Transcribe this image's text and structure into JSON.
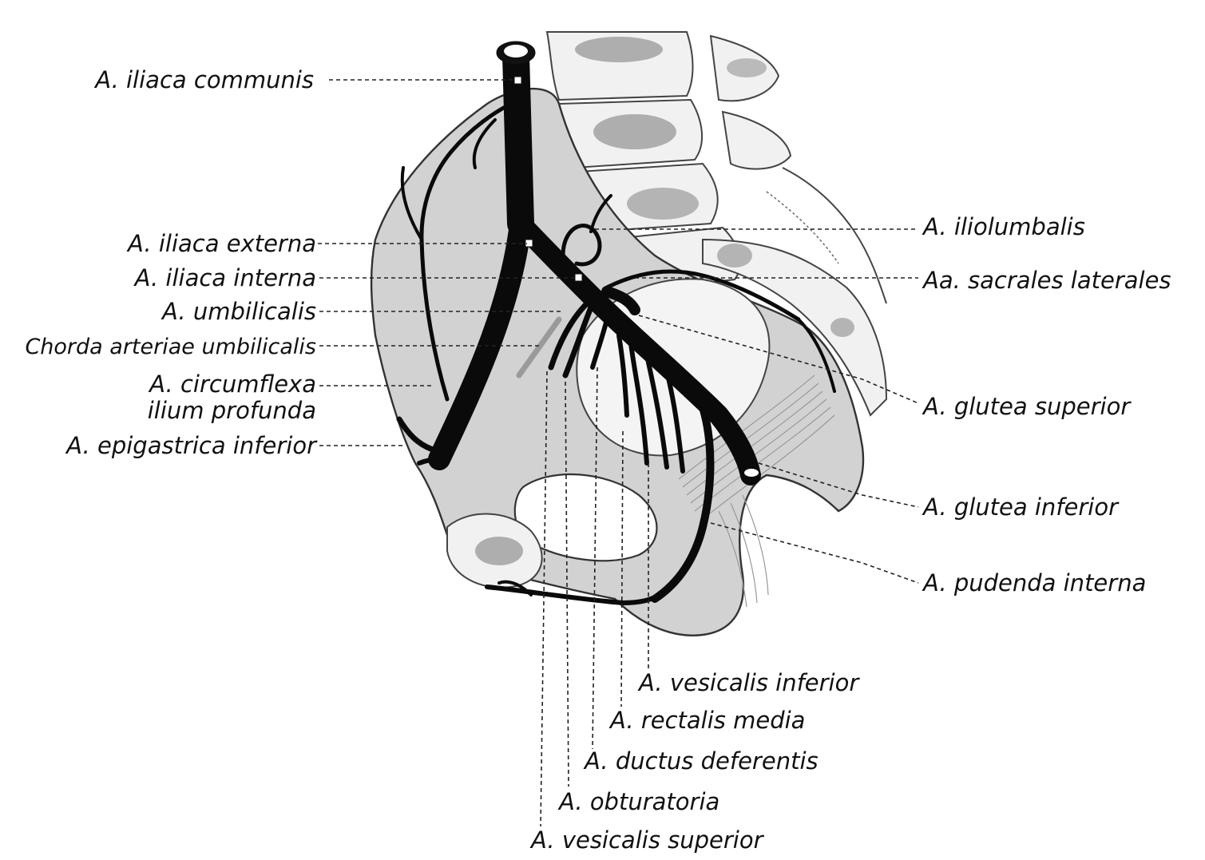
{
  "labels": {
    "iliaca_communis": "A. iliaca communis",
    "iliaca_externa": "A. iliaca externa",
    "iliaca_interna": "A. iliaca interna",
    "umbilicalis": "A. umbilicalis",
    "chorda": "Chorda arteriae umbilicalis",
    "circumflexa_1": "A. circumflexa",
    "circumflexa_2": "ilium profunda",
    "epigastrica": "A. epigastrica inferior",
    "iliolumbalis": "A. iliolumbalis",
    "sacrales": "Aa. sacrales laterales",
    "glutea_superior": "A. glutea superior",
    "glutea_inferior": "A. glutea inferior",
    "pudenda": "A. pudenda interna",
    "vesicalis_inferior": "A. vesicalis inferior",
    "rectalis": "A. rectalis media",
    "ductus": "A. ductus deferentis",
    "obturatoria": "A. obturatoria",
    "vesicalis_superior": "A. vesicalis superior"
  },
  "colors": {
    "artery": "#0a0a0a",
    "bone": "#d2d2d2",
    "leader": "#222222"
  }
}
